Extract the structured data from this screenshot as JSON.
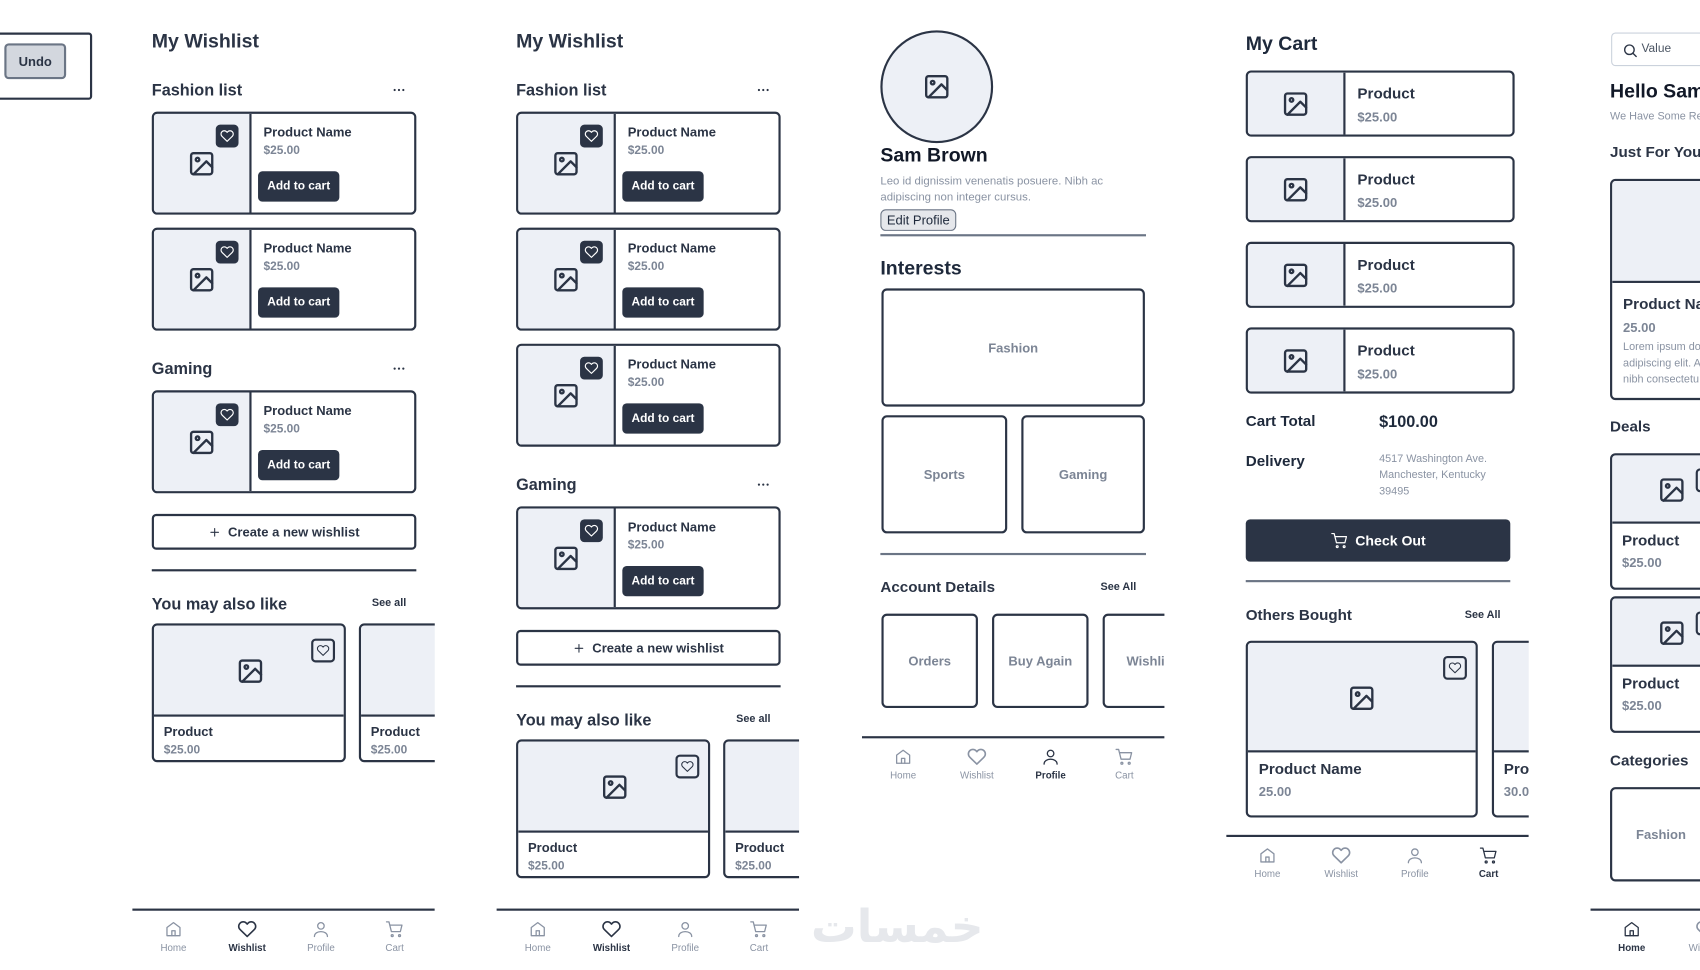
{
  "undo_label": "Undo",
  "watermark": "خمسات",
  "colors": {
    "dark": "#2b3445",
    "image_bg": "#edf0f6",
    "muted": "#7c8595"
  },
  "wishlist_screens": [
    {
      "title": "My Wishlist",
      "sections": [
        {
          "title": "Fashion list",
          "items": [
            {
              "name": "Product Name",
              "price": "$25.00",
              "button": "Add to cart"
            },
            {
              "name": "Product Name",
              "price": "$25.00",
              "button": "Add to cart"
            }
          ]
        },
        {
          "title": "Gaming",
          "items": [
            {
              "name": "Product Name",
              "price": "$25.00",
              "button": "Add to cart"
            }
          ]
        }
      ],
      "create_label": "Create a new wishlist",
      "also": {
        "title": "You may also like",
        "see_all": "See all",
        "items": [
          {
            "name": "Product",
            "price": "$25.00"
          },
          {
            "name": "Product",
            "price": "$25.00"
          }
        ]
      },
      "nav": [
        {
          "label": "Home",
          "icon": "home-icon"
        },
        {
          "label": "Wishlist",
          "icon": "heart-icon"
        },
        {
          "label": "Profile",
          "icon": "user-icon"
        },
        {
          "label": "Cart",
          "icon": "cart-icon"
        }
      ],
      "nav_active": 1
    },
    {
      "title": "My Wishlist",
      "sections": [
        {
          "title": "Fashion list",
          "items": [
            {
              "name": "Product Name",
              "price": "$25.00",
              "button": "Add to cart"
            },
            {
              "name": "Product Name",
              "price": "$25.00",
              "button": "Add to cart"
            },
            {
              "name": "Product Name",
              "price": "$25.00",
              "button": "Add to cart"
            }
          ]
        },
        {
          "title": "Gaming",
          "items": [
            {
              "name": "Product Name",
              "price": "$25.00",
              "button": "Add to cart"
            }
          ]
        }
      ],
      "create_label": "Create a new wishlist",
      "also": {
        "title": "You may also like",
        "see_all": "See all",
        "items": [
          {
            "name": "Product",
            "price": "$25.00"
          },
          {
            "name": "Product",
            "price": "$25.00"
          }
        ]
      },
      "nav": [
        {
          "label": "Home",
          "icon": "home-icon"
        },
        {
          "label": "Wishlist",
          "icon": "heart-icon"
        },
        {
          "label": "Profile",
          "icon": "user-icon"
        },
        {
          "label": "Cart",
          "icon": "cart-icon"
        }
      ],
      "nav_active": 1
    }
  ],
  "profile": {
    "name": "Sam Brown",
    "bio_lines": [
      "Leo id dignissim venenatis posuere. Nibh ac",
      "adipiscing non integer cursus."
    ],
    "edit_label": "Edit Profile",
    "interests_title": "Interests",
    "interests": [
      "Fashion",
      "Sports",
      "Gaming"
    ],
    "account_title": "Account Details",
    "see_all": "See All",
    "account_items": [
      "Orders",
      "Buy Again",
      "Wishli"
    ],
    "nav": [
      {
        "label": "Home",
        "icon": "home-icon"
      },
      {
        "label": "Wishlist",
        "icon": "heart-icon"
      },
      {
        "label": "Profile",
        "icon": "user-icon"
      },
      {
        "label": "Cart",
        "icon": "cart-icon"
      }
    ],
    "nav_active": 2
  },
  "cart": {
    "title": "My Cart",
    "items": [
      {
        "name": "Product",
        "price": "$25.00"
      },
      {
        "name": "Product",
        "price": "$25.00"
      },
      {
        "name": "Product",
        "price": "$25.00"
      },
      {
        "name": "Product",
        "price": "$25.00"
      }
    ],
    "total_label": "Cart Total",
    "total_value": "$100.00",
    "delivery_label": "Delivery",
    "address_lines": [
      "4517 Washington Ave.",
      "Manchester, Kentucky",
      "39495"
    ],
    "checkout_label": "Check Out",
    "others_title": "Others Bought",
    "see_all": "See All",
    "others": [
      {
        "name": "Product Name",
        "price": "25.00"
      },
      {
        "name": "Pro",
        "price": "30.0"
      }
    ],
    "nav": [
      {
        "label": "Home",
        "icon": "home-icon"
      },
      {
        "label": "Wishlist",
        "icon": "heart-icon"
      },
      {
        "label": "Profile",
        "icon": "user-icon"
      },
      {
        "label": "Cart",
        "icon": "cart-icon"
      }
    ],
    "nav_active": 3
  },
  "home": {
    "search_value": "Value",
    "greeting": "Hello Sam",
    "subtitle": "We Have Some Re",
    "just_title": "Just For You",
    "featured": {
      "name": "Product Na",
      "price": "25.00",
      "desc_lines": [
        "Lorem ipsum do",
        "adipiscing elit. A",
        "nibh consectetu"
      ]
    },
    "deals_title": "Deals",
    "deals": [
      {
        "name": "Product",
        "price": "$25.00"
      },
      {
        "name": "Product",
        "price": "$25.00"
      }
    ],
    "categories_title": "Categories",
    "categories": [
      "Fashion"
    ],
    "nav": [
      {
        "label": "Home",
        "icon": "home-icon"
      },
      {
        "label": "Wishlist",
        "icon": "heart-icon"
      }
    ],
    "nav_active": 0
  }
}
